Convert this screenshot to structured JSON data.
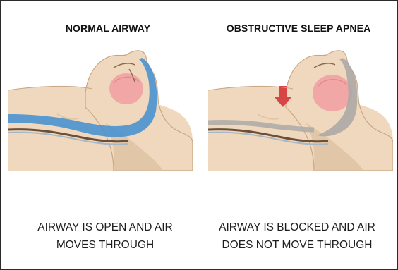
{
  "panels": [
    {
      "title": "NORMAL AIRWAY",
      "caption_line1": "AIRWAY IS OPEN AND AIR",
      "caption_line2": "MOVES THROUGH"
    },
    {
      "title": "OBSTRUCTIVE SLEEP APNEA",
      "caption_line1": "AIRWAY IS BLOCKED AND AIR",
      "caption_line2": "DOES NOT MOVE THROUGH"
    }
  ],
  "colors": {
    "skin": "#efd8bd",
    "skin_shadow": "#dcbf9f",
    "tongue": "#f2a7a7",
    "airway_open": "#3f8fd2",
    "airway_blocked": "#a9a7a6",
    "arrow": "#d84545",
    "outline": "#8a6a4e"
  }
}
